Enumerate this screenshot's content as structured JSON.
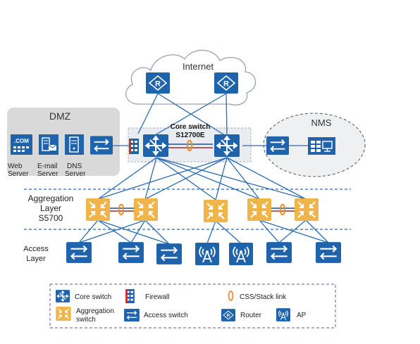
{
  "internet": {
    "label": "Internet"
  },
  "dmz": {
    "title": "DMZ",
    "com_text": ".COM",
    "servers": [
      {
        "line1": "Web",
        "line2": "Server"
      },
      {
        "line1": "E-mail",
        "line2": "Server"
      },
      {
        "line1": "DNS",
        "line2": "Server"
      }
    ]
  },
  "core": {
    "line1": "Core switch",
    "line2": "S12700E"
  },
  "nms": {
    "title": "NMS"
  },
  "layers": {
    "aggregation_line1": "Aggregation",
    "aggregation_line2": "Layer",
    "aggregation_line3": "S5700",
    "access_line1": "Access",
    "access_line2": "Layer"
  },
  "legend": {
    "core_switch": "Core switch",
    "firewall": "Firewall",
    "css_link": "CSS/Stack link",
    "aggregation_line1": "Aggregation",
    "aggregation_line2": "switch",
    "access_switch": "Access switch",
    "router": "Router",
    "ap": "AP"
  },
  "colors": {
    "device_blue": "#1f63ad",
    "aggregation_orange": "#f0b54a",
    "link_blue": "#2a6bb3",
    "css_ring": "#e8902f",
    "zone_gray": "#d9d9d9",
    "legend_border": "#8e6fa8"
  }
}
